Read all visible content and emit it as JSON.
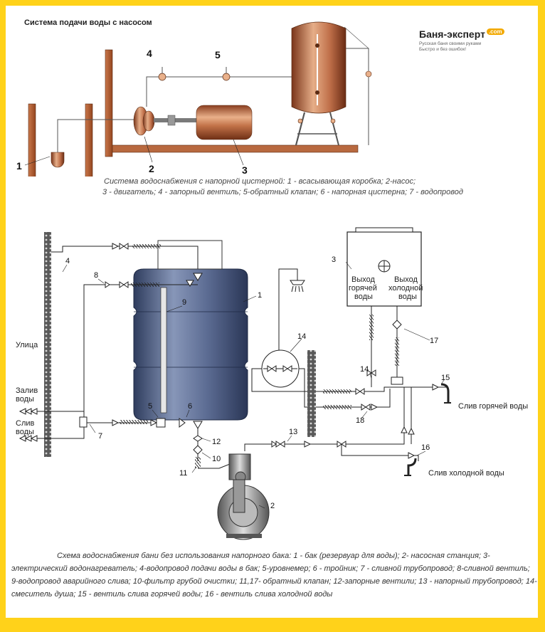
{
  "top_diagram": {
    "title": "Система подачи воды с насосом",
    "caption_line1": "Система водоснабжения с напорной цистерной: 1 - всасывающая коробка; 2-насос;",
    "caption_line2": "3 - двигатель; 4 - запорный            вентиль; 5-обратный клапан; 6 - напорная цистерна; 7 - водопровод",
    "labels": {
      "n1": "1",
      "n2": "2",
      "n3": "3",
      "n4": "4",
      "n5": "5"
    }
  },
  "brand": {
    "name": "Баня-эксперт",
    "suffix": ".com",
    "tagline_line1": "Русская баня своими руками",
    "tagline_line2": "Быстро и без ошибок!"
  },
  "bottom_diagram": {
    "left_labels": {
      "street": "Улица",
      "fill_line1": "Залив",
      "fill_line2": "воды",
      "drain_line1": "Слив",
      "drain_line2": "воды"
    },
    "heater_labels": {
      "hot_line1": "Выход",
      "hot_line2": "горячей",
      "hot_line3": "воды",
      "cold_line1": "Выход",
      "cold_line2": "холодной",
      "cold_line3": "воды"
    },
    "right_labels": {
      "hot_drain": "Слив горячей воды",
      "cold_drain": "Слив холодной воды"
    },
    "numbers": {
      "n1": "1",
      "n2": "2",
      "n3": "3",
      "n4": "4",
      "n5": "5",
      "n6": "6",
      "n7": "7",
      "n8": "8",
      "n9": "9",
      "n10": "10",
      "n11": "11",
      "n12": "12",
      "n13": "13",
      "n14a": "14",
      "n14b": "14",
      "n15": "15",
      "n16": "16",
      "n17": "17",
      "n18": "18"
    },
    "caption": "Схема водоснабжения бани без использования напорного бака: 1 - бак (резервуар для воды); 2- насосная станция; 3-электрический водонагреватель; 4-водопровод подачи воды в бак; 5-уровнемер; 6 - тройник; 7 - сливной трубопровод; 8-сливной вентиль; 9-водопровод аварийного слива; 10-фильтр грубой очистки; 11,17- обратный клапан; 12-запорные вентили; 13 - напорный трубопровод; 14-смеситель душа; 15 - вентиль слива горячей воды; 16 - вентиль слива холодной воды"
  },
  "colors": {
    "frame": "#ffd21a",
    "copper": "#b5643a",
    "wood": "#a8552f",
    "tank_blue": "#4a5d86",
    "pipe": "#333333"
  }
}
